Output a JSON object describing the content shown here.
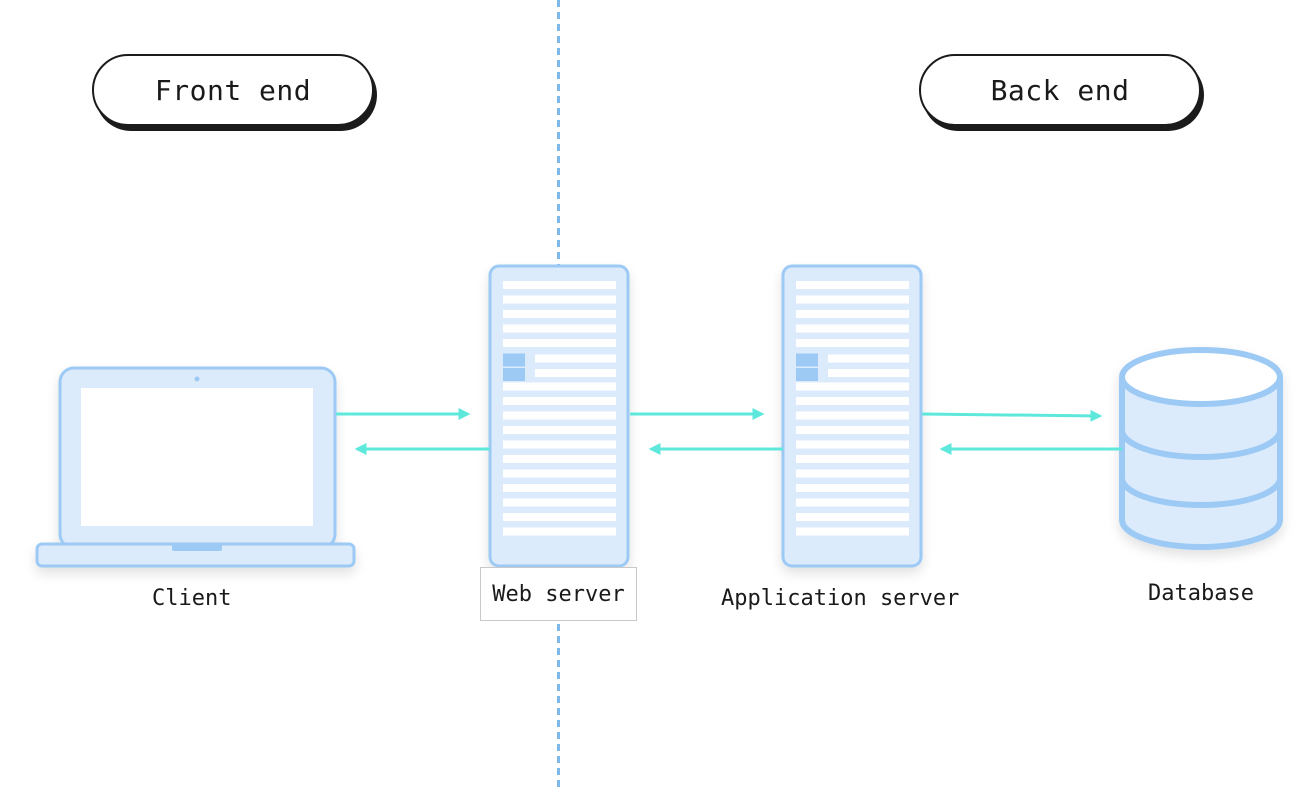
{
  "sections": {
    "front_end": "Front end",
    "back_end": "Back end"
  },
  "nodes": {
    "client": "Client",
    "web_server": "Web server",
    "application_server": "Application server",
    "database": "Database"
  },
  "colors": {
    "divider": "#7fb9ea",
    "device_fill": "#dcebfc",
    "device_stroke": "#9ccaf5",
    "line_fill": "#ffffff",
    "block": "#9ccaf5",
    "arrow": "#5ee8dc",
    "pill_border": "#1b1b1b"
  },
  "icons": {
    "client": "laptop-icon",
    "web_server": "server-rack-icon",
    "application_server": "server-rack-icon",
    "database": "database-cylinder-icon"
  }
}
